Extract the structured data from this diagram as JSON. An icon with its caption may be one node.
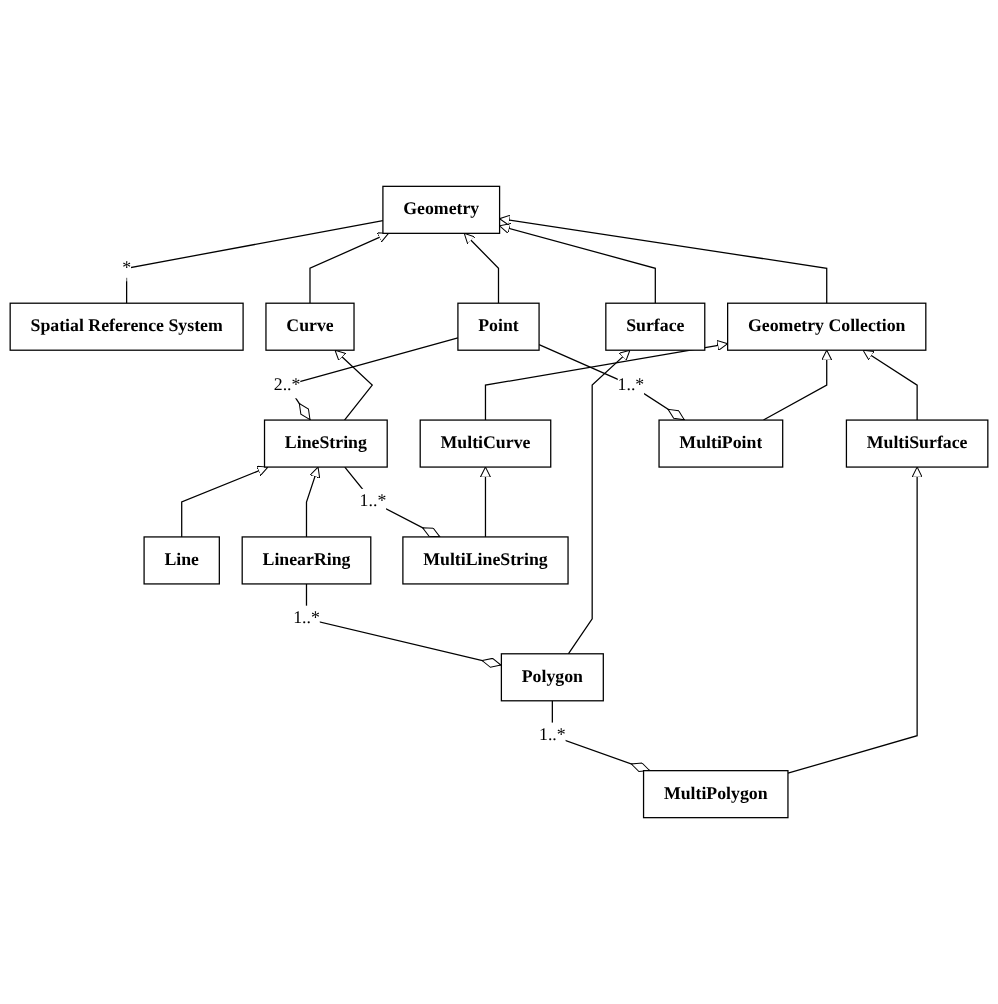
{
  "diagram": {
    "nodes": [
      {
        "text": [
          "Geometry"
        ]
      },
      {
        "text": [
          "Spatial Reference System"
        ]
      },
      {
        "text": [
          "Point"
        ]
      },
      {
        "text": [
          "Curve"
        ]
      },
      {
        "text": [
          "Surface"
        ]
      },
      {
        "text": [
          "Geometry Collection"
        ]
      },
      {
        "text": [
          "LineString"
        ]
      },
      {
        "text": [
          "Polygon"
        ]
      },
      {
        "text": [
          "MultiCurve"
        ]
      },
      {
        "text": [
          "MultiSurface"
        ]
      },
      {
        "text": [
          "MultiPoint"
        ]
      },
      {
        "text": [
          "Line"
        ]
      },
      {
        "text": [
          "LinearRing"
        ]
      },
      {
        "text": [
          "MultiLineString"
        ]
      },
      {
        "text": [
          "MultiPolygon"
        ]
      }
    ],
    "edges": [
      {
        "from": 1,
        "to": 0,
        "arrow": "none",
        "label": "*"
      },
      {
        "from": 2,
        "to": 0,
        "arrow": "to"
      },
      {
        "from": 3,
        "to": 0,
        "arrow": "to"
      },
      {
        "from": 4,
        "to": 0,
        "arrow": "to"
      },
      {
        "from": 5,
        "to": 0,
        "arrow": "to"
      },
      {
        "from": 6,
        "to": 3,
        "arrow": "to"
      },
      {
        "from": 7,
        "to": 4,
        "arrow": "to"
      },
      {
        "from": 8,
        "to": 5,
        "arrow": "to"
      },
      {
        "from": 9,
        "to": 5,
        "arrow": "to"
      },
      {
        "from": 10,
        "to": 5,
        "arrow": "to"
      },
      {
        "from": 11,
        "to": 6,
        "arrow": "to"
      },
      {
        "from": 12,
        "to": 6,
        "arrow": "to"
      },
      {
        "from": 13,
        "to": 8,
        "arrow": "to"
      },
      {
        "from": 14,
        "to": 9,
        "arrow": "to"
      },
      {
        "from": 6,
        "to": 2,
        "arrow": "other",
        "label": "2..*"
      },
      {
        "from": 10,
        "to": 2,
        "arrow": "other",
        "label": "1..*"
      },
      {
        "from": 13,
        "to": 6,
        "arrow": "other",
        "label": "1..*"
      },
      {
        "from": 7,
        "to": 12,
        "arrow": "other",
        "label": "1..*"
      },
      {
        "from": 14,
        "to": 7,
        "arrow": "other",
        "label": "1..*"
      }
    ]
  }
}
